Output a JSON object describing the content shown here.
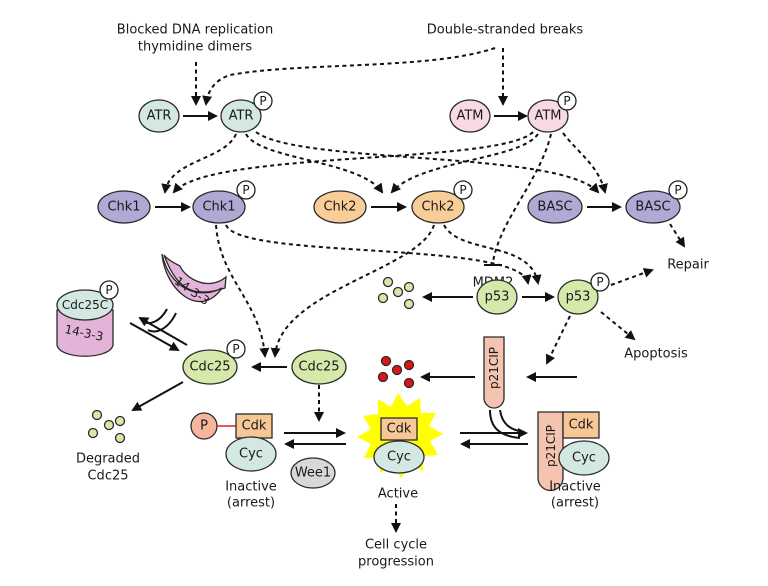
{
  "title": "DNA damage checkpoint signaling pathway",
  "colors": {
    "atr": "#d3e7e3",
    "atm": "#f9d9e3",
    "chk1": "#afa9d4",
    "chk2": "#f9cd98",
    "basc": "#afa9d4",
    "p53": "#d6e8aa",
    "cdc25": "#d6e8aa",
    "cdk": "#f7c896",
    "cyc": "#d3e7e3",
    "p21": "#f5c4b0",
    "wee1": "#d8d8d8",
    "p_cdk": "#f5b69c",
    "protein1433": "#e4b3d8",
    "starburst": "#ffff00",
    "degraded_dots": "#d6e8aa",
    "red_dots": "#dd1515"
  },
  "triggers": {
    "blocked_line1": "Blocked DNA replication",
    "blocked_line2": "thymidine dimers",
    "dsb": "Double-stranded breaks"
  },
  "nodes": {
    "atr": "ATR",
    "atr_p": "ATR",
    "atm": "ATM",
    "atm_p": "ATM",
    "chk1": "Chk1",
    "chk1_p": "Chk1",
    "chk2": "Chk2",
    "chk2_p": "Chk2",
    "basc": "BASC",
    "basc_p": "BASC",
    "mdm2": "MDM2",
    "p53": "p53",
    "p53_p": "p53",
    "cdc25c": "Cdc25C",
    "protein1433_a": "14-3-3",
    "protein1433_b": "14-3-3",
    "cdc25_p": "Cdc25",
    "cdc25": "Cdc25",
    "p21cip": "p21CIP",
    "p21cip_complex": "p21CIP",
    "p_mark": "P",
    "cdk_inactive": "Cdk",
    "cyc_inactive": "Cyc",
    "wee1": "Wee1",
    "cdk_active": "Cdk",
    "cyc_active": "Cyc",
    "cdk_arrest": "Cdk",
    "cyc_arrest": "Cyc",
    "phospho": "P"
  },
  "outcomes": {
    "repair": "Repair",
    "apoptosis": "Apoptosis",
    "degraded_line1": "Degraded",
    "degraded_line2": "Cdc25",
    "inactive_left_line1": "Inactive",
    "inactive_left_line2": "(arrest)",
    "active": "Active",
    "inactive_right_line1": "Inactive",
    "inactive_right_line2": "(arrest)",
    "progression_line1": "Cell cycle",
    "progression_line2": "progression"
  }
}
